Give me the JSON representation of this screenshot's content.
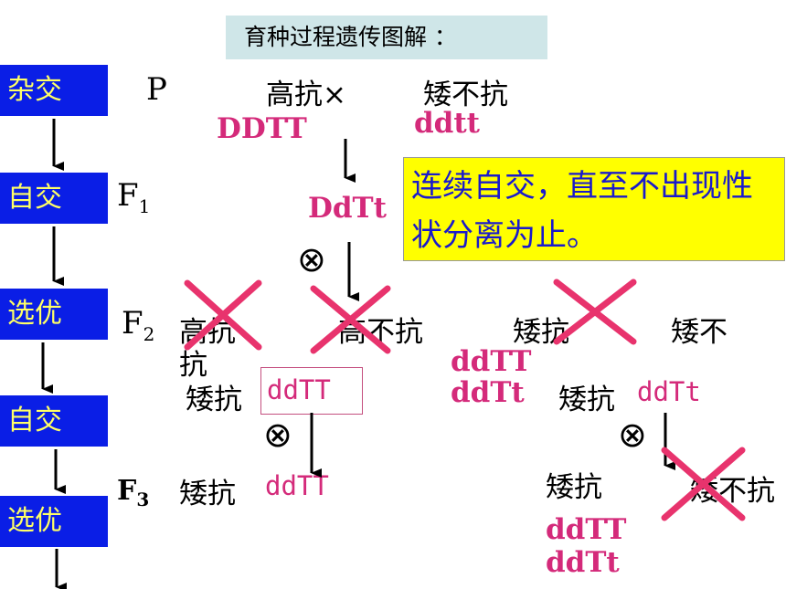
{
  "title": "育种过程遗传图解 ：",
  "steps": [
    "杂交",
    "自交",
    "选优",
    "自交",
    "选优"
  ],
  "generations": {
    "p": "P",
    "f": "F",
    "f1_sub": "1",
    "f2_sub": "2",
    "f3_sub": "3"
  },
  "parents": {
    "tall_resistant": "高抗",
    "cross": "×",
    "dwarf_susceptible": "矮不抗",
    "tall_genotype": "DDTT",
    "dwarf_genotype": "ddtt"
  },
  "f1_genotype": "DdTt",
  "self_symbol": "⊗",
  "note": "连续自交，直至不出现性状分离为止。",
  "f2": {
    "tall_resistant": "高抗",
    "tall_resistant_wrap": "抗",
    "tall_susceptible": "高不抗",
    "dwarf_resistant": "矮抗",
    "dwarf_susceptible": "矮不",
    "dwarf_resistant_genotypes": [
      "ddTT",
      "ddTt"
    ]
  },
  "selected_left": {
    "label": "矮抗",
    "genotype": "ddTT"
  },
  "selected_right": {
    "label": "矮抗",
    "genotype": "ddTt"
  },
  "f3_left": {
    "label": "矮抗",
    "genotype": "ddTT"
  },
  "f3_right": {
    "label": "矮抗",
    "discarded": "矮不抗",
    "genotypes": [
      "ddTT",
      "ddTt"
    ]
  },
  "colors": {
    "step_bg": "#0a1ee6",
    "step_text": "#ffff66",
    "genotype": "#d42a7a",
    "cross_mark": "#e8336d",
    "note_bg": "#ffff00",
    "note_text": "#1a1acc",
    "title_bg": "#cfe6e8"
  }
}
